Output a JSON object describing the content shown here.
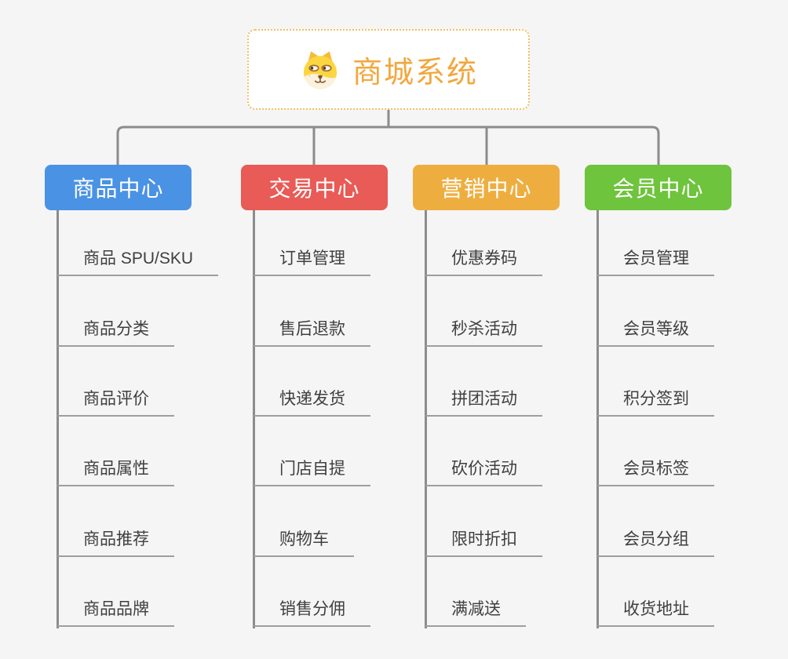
{
  "page": {
    "background": "#F5F5F6",
    "connector_color": "#8C8C8C",
    "underline_color": "#9E9E9E",
    "item_text_color": "#3F3F3F"
  },
  "root": {
    "title": "商城系统",
    "icon": "dog-face-icon",
    "text_color": "#F2A73D",
    "border_color": "#F3BE62",
    "background": "#FFFFFF"
  },
  "branches": [
    {
      "label": "商品中心",
      "color": "#4A92E4",
      "children": [
        "商品 SPU/SKU",
        "商品分类",
        "商品评价",
        "商品属性",
        "商品推荐",
        "商品品牌"
      ]
    },
    {
      "label": "交易中心",
      "color": "#E85B56",
      "children": [
        "订单管理",
        "售后退款",
        "快递发货",
        "门店自提",
        "购物车",
        "销售分佣"
      ]
    },
    {
      "label": "营销中心",
      "color": "#EEAE3F",
      "children": [
        "优惠券码",
        "秒杀活动",
        "拼团活动",
        "砍价活动",
        "限时折扣",
        "满减送"
      ]
    },
    {
      "label": "会员中心",
      "color": "#6EC43C",
      "children": [
        "会员管理",
        "会员等级",
        "积分签到",
        "会员标签",
        "会员分组",
        "收货地址"
      ]
    }
  ]
}
